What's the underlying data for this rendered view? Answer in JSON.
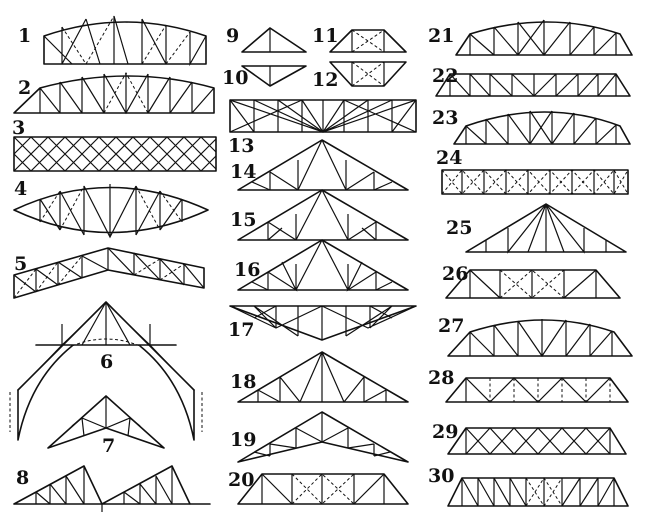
{
  "figure": {
    "labels": [
      "1",
      "2",
      "3",
      "4",
      "5",
      "6",
      "7",
      "8",
      "9",
      "10",
      "11",
      "12",
      "13",
      "14",
      "15",
      "16",
      "17",
      "18",
      "19",
      "20",
      "21",
      "22",
      "23",
      "24",
      "25",
      "26",
      "27",
      "28",
      "29",
      "30"
    ]
  }
}
